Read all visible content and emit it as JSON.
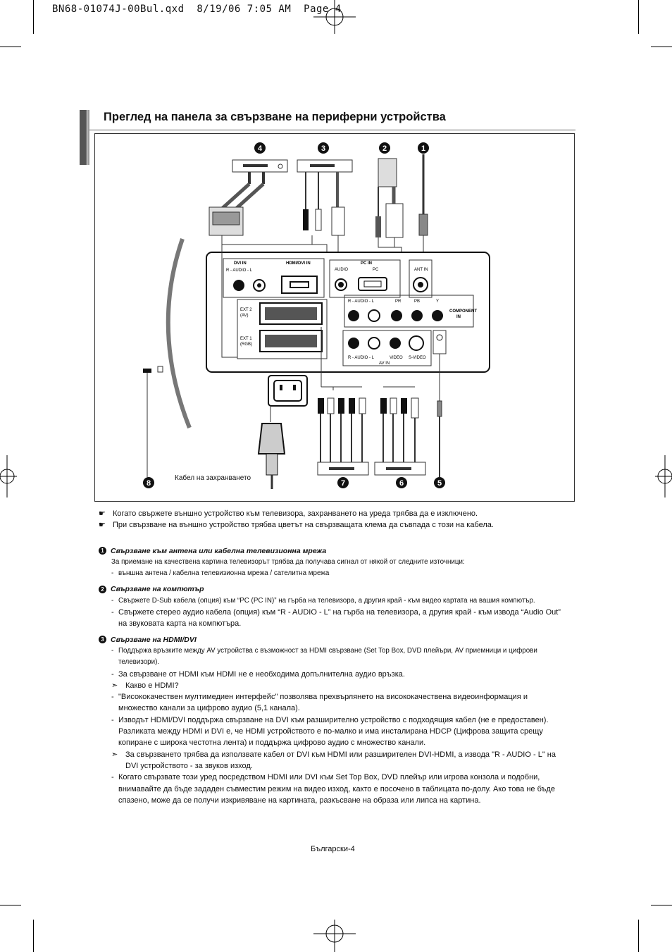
{
  "slug": "BN68-01074J-00Bul.qxd  8/19/06 7:05 AM  Page 4",
  "title": "Преглед на панела за свързване на периферни устройства",
  "diagram": {
    "callouts": [
      "4",
      "3",
      "2",
      "1",
      "8",
      "7",
      "6",
      "5"
    ],
    "panel_labels": {
      "dvi_in": "DVI IN",
      "audio_rl": "R - AUDIO - L",
      "hdmi_dvi_in": "HDMI/DVI IN",
      "pc_in": "PC IN",
      "audio": "AUDIO",
      "pc": "PC",
      "ant_in": "ANT IN",
      "ext2": "EXT 2",
      "ext2_sub": "(AV)",
      "ext1": "EXT 1",
      "ext1_sub": "(RGB)",
      "component_in": "COMPONENT",
      "component_in2": "IN",
      "audio_rl2": "R - AUDIO - L",
      "comp_y": "Y",
      "comp_pb": "PB",
      "comp_pr": "PR",
      "av_audio": "R - AUDIO - L",
      "video": "VIDEO",
      "svideo": "S-VIDEO",
      "av_in": "AV IN"
    },
    "power_label": "Кабел на захранването"
  },
  "notes": [
    "Когато свържете външно устройство към телевизора, захранването на уреда трябва да е изключено.",
    "При свързване на външно устройство трябва цветът на свързващата клема да съвпада с този на кабела."
  ],
  "section1": {
    "num": "1",
    "heading": "Свързване към антена или кабелна телевизионна мрежа",
    "text": "За приемане на качествена картина телевизорът трябва да получава сигнал от някой от следните източници:",
    "item": "външна антена / кабелна телевизионна мрежа / сателитна мрежа"
  },
  "section2": {
    "num": "2",
    "heading": "Свързване на компютър",
    "item1": "Свържете D-Sub кабела (опция) към “PC (PC IN)” на гърба на телевизора, а другия край - към видео картата на вашия компютър.",
    "item2": "Свържете стерео аудио кабела (опция) към “R - AUDIO - L” на гърба на телевизора, а другия край - към извода “Audio Out” на звуковата карта на компютъра."
  },
  "section3": {
    "num": "3",
    "heading": "Свързване на HDMI/DVI",
    "item1": "Поддържа връзките между AV устройства с възможност за HDMI свързване (Set Top Box, DVD плейъри, AV приемници и цифрови телевизори).",
    "item2": "За свързване от HDMI към HDMI не е необходима допълнителна аудио връзка.",
    "arrow1": "Какво е HDMI?",
    "item3": "\"Висококачествен мултимедиен интерфейс\" позволява прехвърлянето на висококачествена видеоинформация и множество канали за цифрово аудио (5,1 канала).",
    "item4": "Изводът HDMI/DVI поддържа свързване на DVI към разширително устройство с подходящия кабел (не е предоставен). Разликата между HDMI и DVI е, че HDMI устройството е по-малко и има инсталирана HDCP (Цифрова защита срещу копиране с широка честотна лента) и поддържа цифрово аудио с множество канали.",
    "arrow2": "За свързването трябва да използвате кабел от DVI към HDMI или разширителен DVI-HDMI, а извода \"R - AUDIO - L\" на DVI устройството - за звуков изход.",
    "item5": "Когато свързвате този уред посредством HDMI или DVI към Set Top Box, DVD плейър или игрова конзола и подобни, внимавайте да бъде зададен съвместим режим на видео изход, както е посочено в таблицата по-долу. Ако това не бъде спазено, може да се получи изкривяване на картината, разкъсване на образа или липса на картина."
  },
  "footer": "Български-4"
}
